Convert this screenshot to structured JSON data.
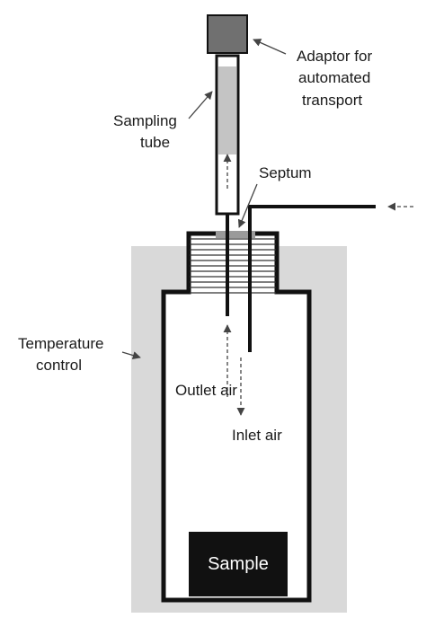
{
  "labels": {
    "adaptor": [
      "Adaptor for",
      "automated",
      "transport"
    ],
    "sampling_tube": [
      "Sampling",
      "tube"
    ],
    "septum": "Septum",
    "temperature_control": [
      "Temperature",
      "control"
    ],
    "outlet_air": "Outlet air",
    "inlet_air": "Inlet air",
    "sample": "Sample"
  },
  "colors": {
    "temperature_jacket": "#d9d9d9",
    "adaptor_block": "#707070",
    "tube_fill": "#c4c4c4",
    "septum": "#9a9a9a",
    "outline": "#111111",
    "sample_block": "#111111",
    "arrow": "#444444"
  }
}
